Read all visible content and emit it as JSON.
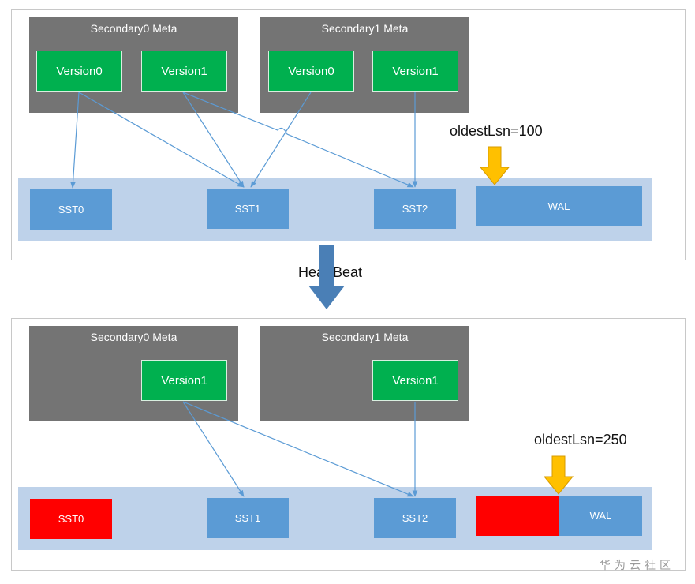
{
  "before": {
    "secondary0": {
      "title": "Secondary0 Meta",
      "versions": [
        "Version0",
        "Version1"
      ]
    },
    "secondary1": {
      "title": "Secondary1 Meta",
      "versions": [
        "Version0",
        "Version1"
      ]
    },
    "ssts": [
      "SST0",
      "SST1",
      "SST2"
    ],
    "wal": "WAL",
    "oldest_lsn": "oldestLsn=100"
  },
  "transition": {
    "label": "HeartBeat"
  },
  "after": {
    "secondary0": {
      "title": "Secondary0 Meta",
      "versions": [
        "Version1"
      ]
    },
    "secondary1": {
      "title": "Secondary1 Meta",
      "versions": [
        "Version1"
      ]
    },
    "ssts": [
      "SST0",
      "SST1",
      "SST2"
    ],
    "removed_sst": "SST0",
    "wal": "WAL",
    "oldest_lsn": "oldestLsn=250"
  },
  "watermark": "华为云社区",
  "colors": {
    "meta_box": "#747474",
    "version_box": "#00b04f",
    "sst_box": "#5b9bd5",
    "storage_band": "#bed2ea",
    "removed": "#ff0000",
    "lsn_arrow": "#ffc000",
    "heartbeat_arrow": "#4a7fb6",
    "reference_line": "#5b9bd5"
  },
  "icons": {
    "lsn_pointer": "arrow-down-icon",
    "heartbeat": "arrow-down-icon"
  }
}
